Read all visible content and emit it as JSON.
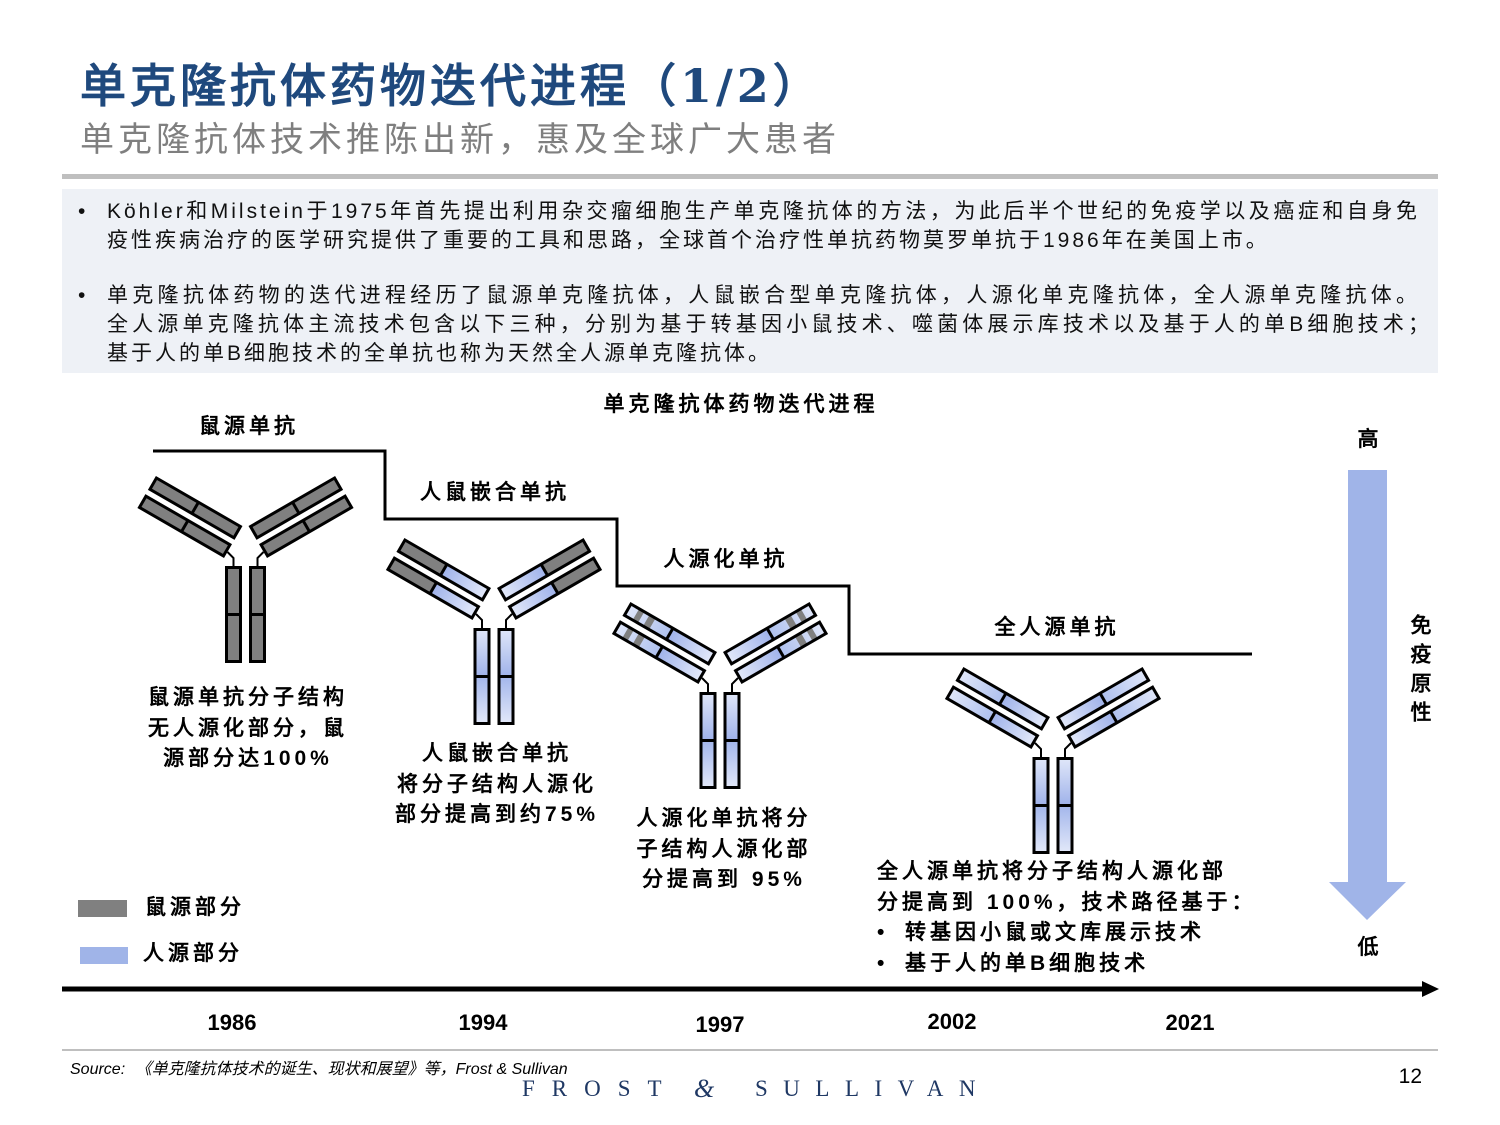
{
  "header": {
    "title": "单克隆抗体药物迭代进程（1/2）",
    "subtitle": "单克隆抗体技术推陈出新，惠及全球广大患者"
  },
  "summary": {
    "bullet_symbol": "•",
    "bullets": [
      {
        "lines": [
          "Köhler和Milstein于1975年首先提出利用杂交瘤细胞生产单克隆抗体的方法，为此后半个世纪的免疫学以及癌症和自身免",
          "疫性疾病治疗的医学研究提供了重要的工具和思路，全球首个治疗性单抗药物莫罗单抗于1986年在美国上市。"
        ]
      },
      {
        "lines": [
          "单克隆抗体药物的迭代进程经历了鼠源单克隆抗体，人鼠嵌合型单克隆抗体，人源化单克隆抗体，全人源单克隆抗体。",
          "全人源单克隆抗体主流技术包含以下三种，分别为基于转基因小鼠技术、噬菌体展示库技术以及基于人的单B细胞技术；",
          "基于人的单B细胞技术的全单抗也称为天然全人源单克隆抗体。"
        ]
      }
    ]
  },
  "diagram": {
    "title": "单克隆抗体药物迭代进程",
    "stages": [
      {
        "name": "鼠源单抗",
        "composition": "murine",
        "description": [
          "鼠源单抗分子结构",
          "无人源化部分，鼠",
          "源部分达100%"
        ]
      },
      {
        "name": "人鼠嵌合单抗",
        "composition": "chimeric",
        "description": [
          "人鼠嵌合单抗",
          "将分子结构人源化",
          "部分提高到约75%"
        ]
      },
      {
        "name": "人源化单抗",
        "composition": "humanized",
        "description": [
          "人源化单抗将分",
          "子结构人源化部",
          "分提高到 95%"
        ]
      },
      {
        "name": "全人源单抗",
        "composition": "fully-human",
        "description": [
          "全人源单抗将分子结构人源化部",
          "分提高到 100%，技术路径基于："
        ],
        "bullet_symbol": "•",
        "bullets": [
          "转基因小鼠或文库展示技术",
          "基于人的单B细胞技术"
        ]
      }
    ],
    "legend": [
      {
        "label": "鼠源部分",
        "color": "#808080"
      },
      {
        "label": "人源部分",
        "color": "#A0B4E8"
      }
    ],
    "immunogenicity": {
      "label": "免疫原性",
      "high": "高",
      "low": "低",
      "arrow_color": "#A0B4E8"
    },
    "timeline": {
      "years": [
        "1986",
        "1994",
        "1997",
        "2002",
        "2021"
      ]
    }
  },
  "footer": {
    "source_label": "Source:",
    "source_text": "《单克隆抗体技术的诞生、现状和展望》等，Frost & Sullivan",
    "page_number": "12",
    "logo": {
      "word1": "FROST",
      "ampersand": "&",
      "word2": "SULLIVAN"
    }
  },
  "colors": {
    "title": "#1F497D",
    "subtitle": "#7F7F7F",
    "rule": "#BFBFBF",
    "summary_bg": "#EEF1F6",
    "murine_part": "#808080",
    "human_part": "#A0B4E8",
    "logo": "#1F3864"
  }
}
